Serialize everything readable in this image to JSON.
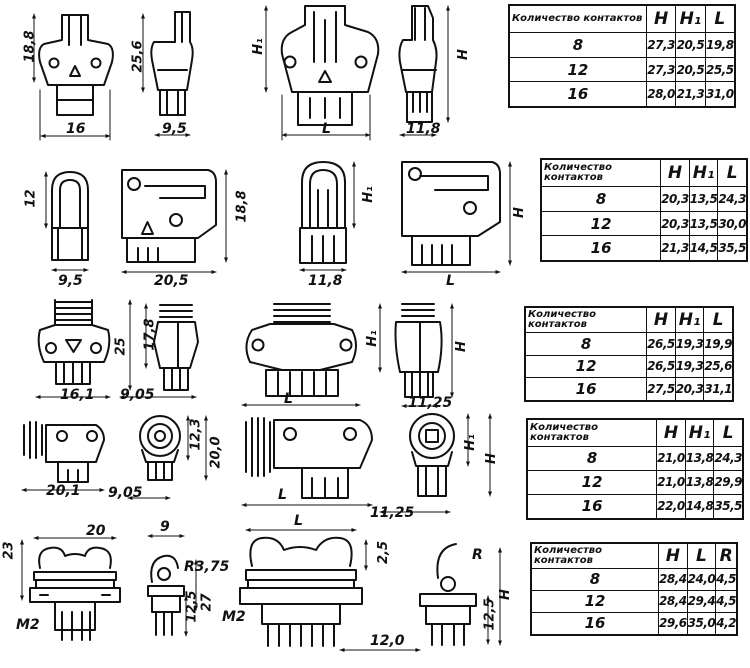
{
  "tables": [
    {
      "header": [
        "Количество контактов",
        "H",
        "H₁",
        "L"
      ],
      "rows": [
        [
          "8",
          "27,3",
          "20,5",
          "19,8"
        ],
        [
          "12",
          "27,3",
          "20,5",
          "25,5"
        ],
        [
          "16",
          "28,0",
          "21,3",
          "31,0"
        ]
      ]
    },
    {
      "header": [
        "Количество контактов",
        "H",
        "H₁",
        "L"
      ],
      "rows": [
        [
          "8",
          "20,3",
          "13,5",
          "24,3"
        ],
        [
          "12",
          "20,3",
          "13,5",
          "30,0"
        ],
        [
          "16",
          "21,3",
          "14,5",
          "35,5"
        ]
      ]
    },
    {
      "header": [
        "Количество контактов",
        "H",
        "H₁",
        "L"
      ],
      "rows": [
        [
          "8",
          "26,5",
          "19,3",
          "19,9"
        ],
        [
          "12",
          "26,5",
          "19,3",
          "25,6"
        ],
        [
          "16",
          "27,5",
          "20,3",
          "31,1"
        ]
      ]
    },
    {
      "header": [
        "Количество контактов",
        "H",
        "H₁",
        "L"
      ],
      "rows": [
        [
          "8",
          "21,0",
          "13,8",
          "24,3"
        ],
        [
          "12",
          "21,0",
          "13,8",
          "29,9"
        ],
        [
          "16",
          "22,0",
          "14,8",
          "35,5"
        ]
      ]
    },
    {
      "header": [
        "Количество контактов",
        "H",
        "L",
        "R"
      ],
      "rows": [
        [
          "8",
          "28,4",
          "24,0",
          "4,5"
        ],
        [
          "12",
          "28,4",
          "29,4",
          "4,5"
        ],
        [
          "16",
          "29,6",
          "35,0",
          "4,2"
        ]
      ]
    }
  ],
  "dimensions": {
    "r1": {
      "w1": "16",
      "h1": "18,8",
      "h2": "25,6",
      "w2": "9,5",
      "h3": "H₁",
      "w3": "L",
      "w4": "11,8",
      "h4": "H"
    },
    "r2": {
      "h1": "12",
      "w1": "9,5",
      "w2": "20,5",
      "h2": "18,8",
      "w3": "11,8",
      "h3": "H₁",
      "w4": "L",
      "h4": "H"
    },
    "r3": {
      "w1": "16,1",
      "h1": "25",
      "h2": "17,8",
      "w2": "9,05",
      "h3": "H₁",
      "w3": "L",
      "h4": "H",
      "w4": "11,25"
    },
    "r4": {
      "w1": "20,1",
      "w2": "9,05",
      "h1": "12,3",
      "h2": "20,0",
      "w3": "L",
      "w4": "11,25",
      "h3": "H₁",
      "h4": "H"
    },
    "r5": {
      "w1": "20",
      "h1": "23",
      "m1": "M2",
      "w2": "9",
      "r1": "R3,75",
      "h2": "27",
      "h3": "12,5",
      "w3": "L",
      "h4": "2,5",
      "m2": "M2",
      "w4": "12,0",
      "r2": "R",
      "h5": "12,5",
      "h6": "H"
    }
  }
}
